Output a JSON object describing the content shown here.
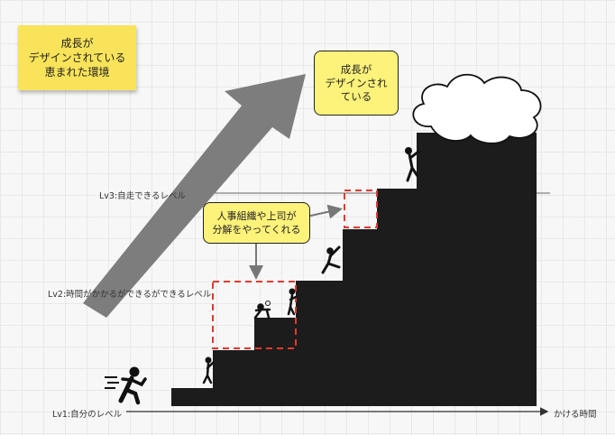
{
  "sticky_note": {
    "text": "成長が\nデザインされている\n恵まれた環境"
  },
  "callout_top": {
    "text": "成長が\nデザインされ\nている"
  },
  "callout_mid": {
    "text": "人事組織や上司が\n分解をやってくれる"
  },
  "levels": {
    "lv1": "Lv1:自分のレベル",
    "lv2": "Lv2:時間がかかるができるができるレベル",
    "lv3": "Lv3:自走できるレベル"
  },
  "axis": {
    "x_label": "かける時間"
  },
  "colors": {
    "stairs": "#1c1c1c",
    "sticky": "#f8e35a",
    "callout": "#fdf27a",
    "dashed_box": "#e03a2f",
    "arrow": "#7f7f7f"
  },
  "icons": [
    "runner-icon",
    "climber-icon",
    "cloud-icon"
  ]
}
